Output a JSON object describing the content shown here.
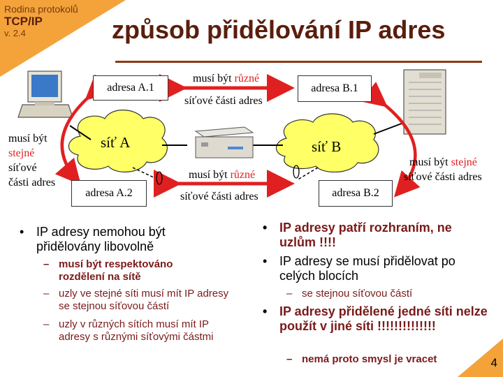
{
  "header": {
    "series": "Rodina protokolů",
    "protocol": "TCP/IP",
    "version": "v. 2.4",
    "title": "způsob přidělování IP adres"
  },
  "diagram": {
    "cloud_a": "síť A",
    "cloud_b": "síť B",
    "addr_a1": "adresa A.1",
    "addr_a2": "adresa A.2",
    "addr_b1": "adresa B.1",
    "addr_b2": "adresa B.2",
    "top_arrow": {
      "l1_pre": "musí být ",
      "l1_red": "různé",
      "l2": "síťové části adres"
    },
    "mid_arrow": {
      "l1_pre": "musí být ",
      "l1_red": "různé",
      "l2": "síťové části adres"
    },
    "left_note": {
      "l1": "musí být",
      "l2_red": "stejné",
      "l3": "síťové",
      "l4": "části adres"
    },
    "right_note": {
      "l1_pre": "musí být ",
      "l1_red": "stejné",
      "l2": "síťové části adres"
    }
  },
  "left_column": {
    "bullet1": "IP adresy nemohou být přidělovány libovolně",
    "sub1": "musí být respektováno rozdělení na sítě",
    "sub2": "uzly ve stejné síti musí mít IP adresy se stejnou síťovou částí",
    "sub3": "uzly v různých sítích musí mít IP adresy s různými síťovými částmi"
  },
  "right_column": {
    "bullet1": "IP adresy patří rozhraním, ne uzlům !!!!",
    "bullet2": "IP adresy se musí přidělovat po celých blocích",
    "sub2": "se stejnou síťovou částí",
    "bullet3": "IP adresy přidělené jedné síti nelze použít v jiné síti !!!!!!!!!!!!!!",
    "sub3": "nemá proto smysl je vracet"
  },
  "page_number": "4",
  "colors": {
    "accent_orange": "#f3a33a",
    "title_brown": "#5a1e0c",
    "arrow_red": "#e02020",
    "cloud_yellow": "#ffff66",
    "maroon": "#7a1a1a"
  }
}
